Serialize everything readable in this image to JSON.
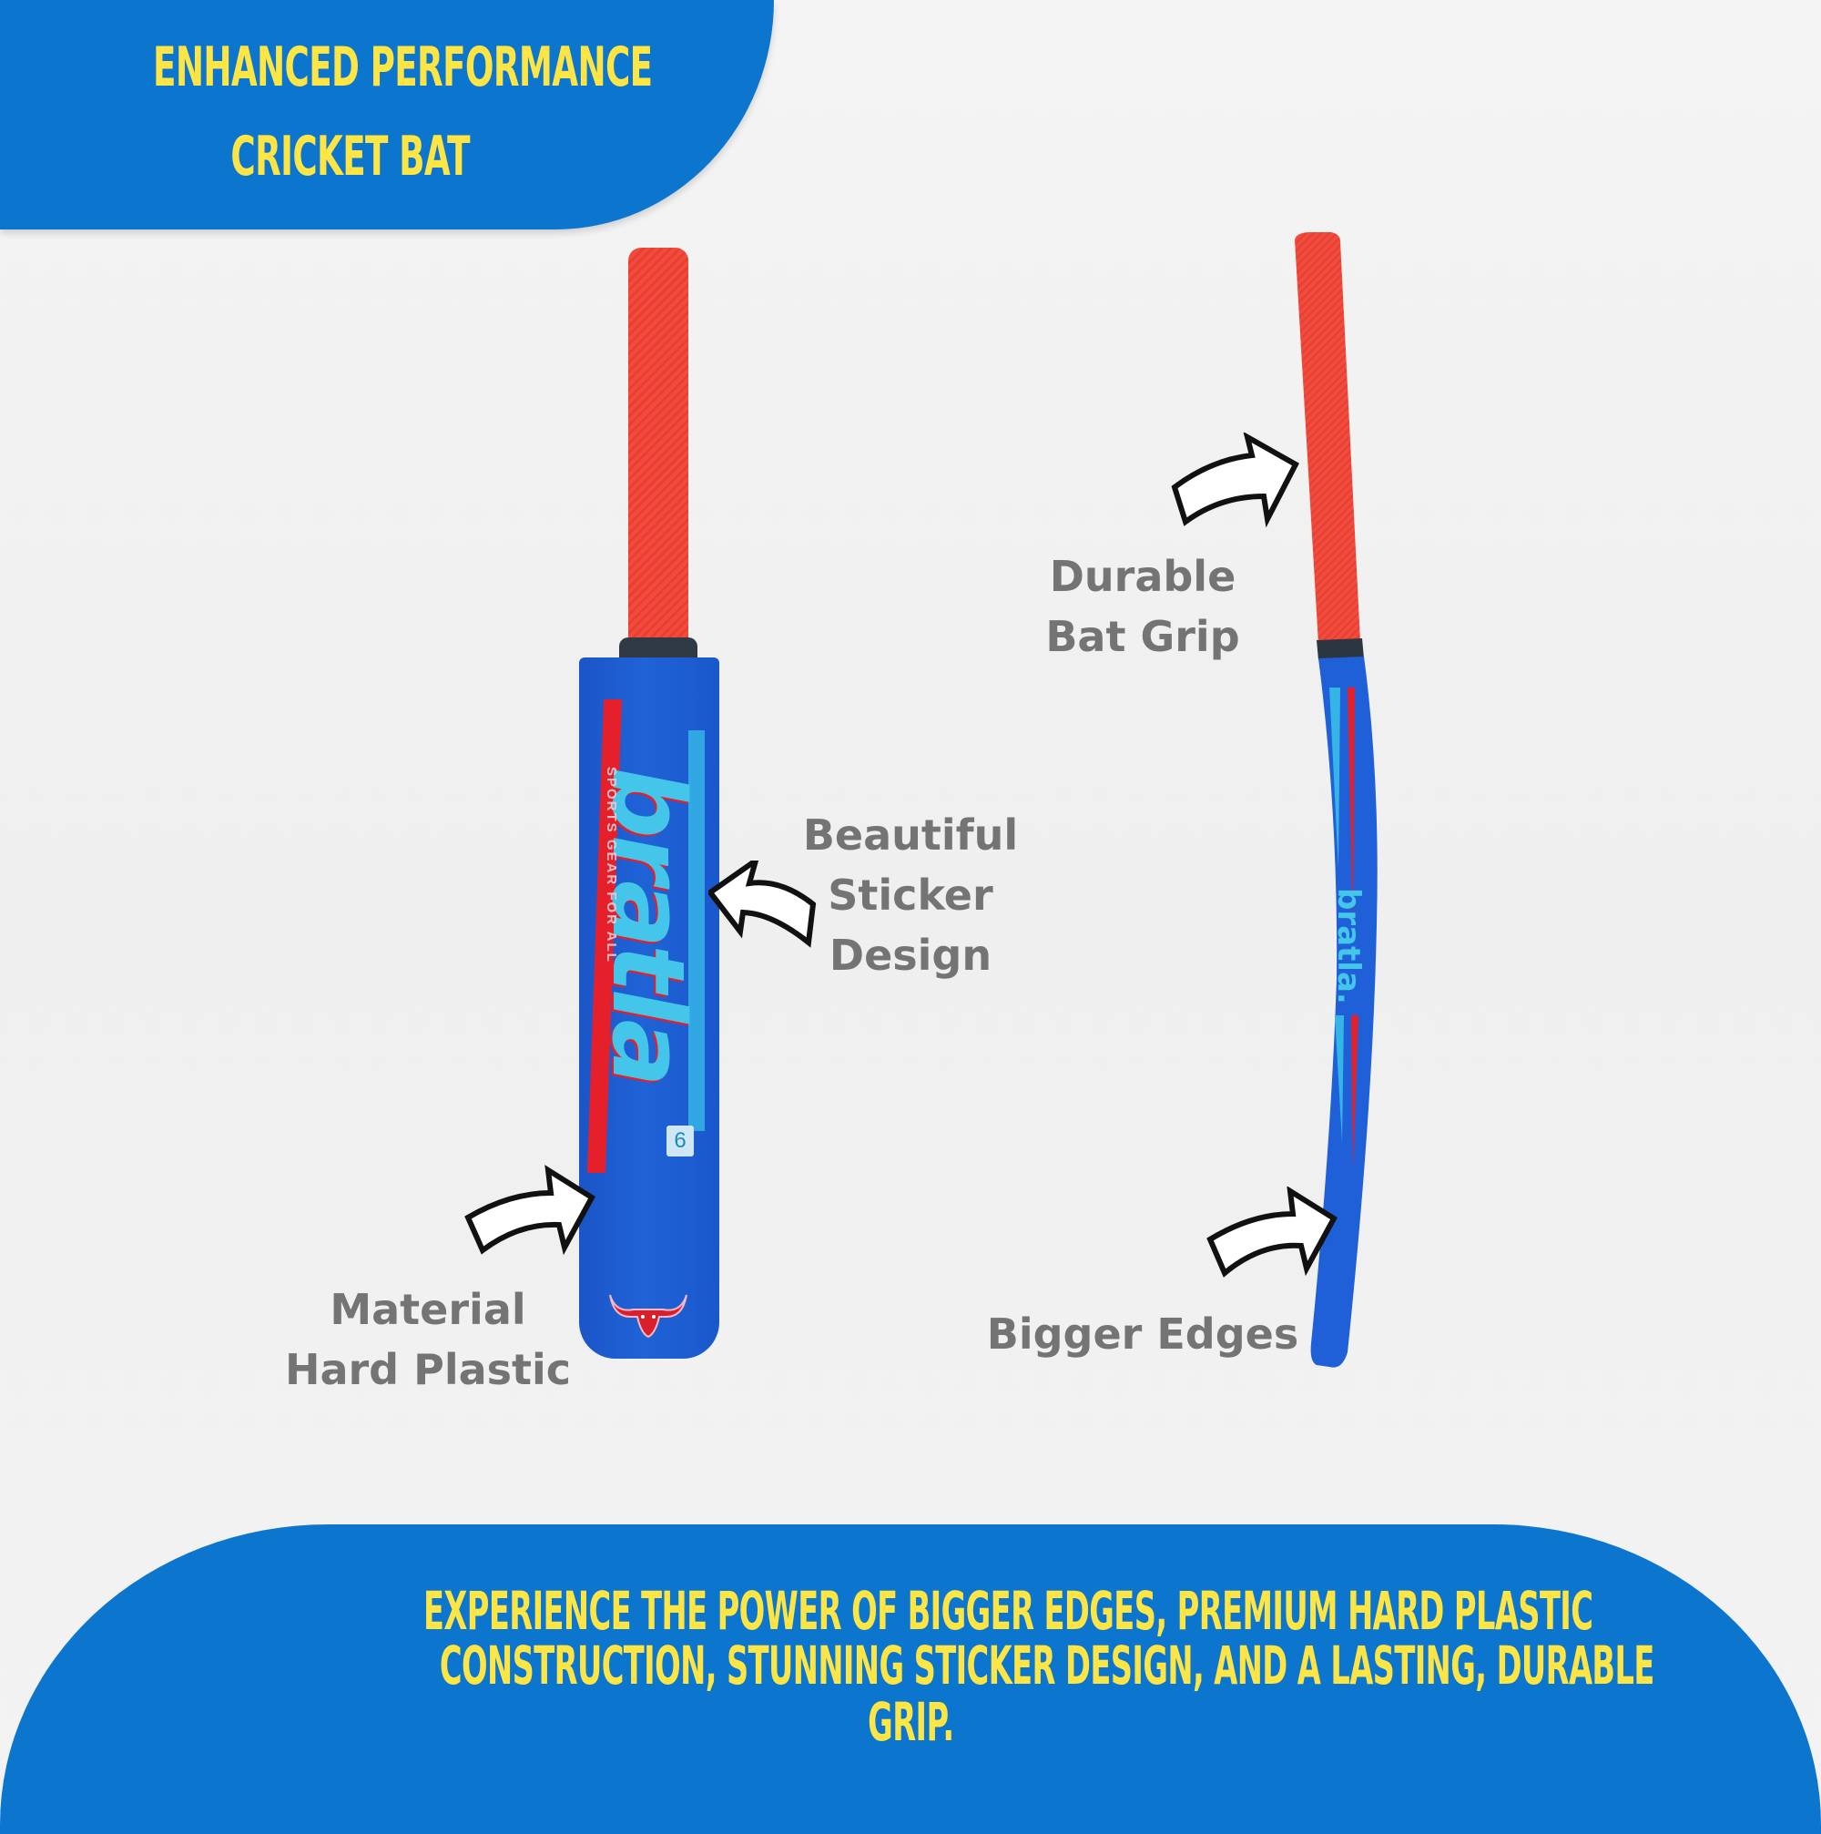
{
  "header": {
    "title_line1": "ENHANCED PERFORMANCE",
    "title_line2": "CRICKET BAT"
  },
  "product": {
    "brand": "bratla",
    "tagline": "SPORTS GEAR FOR ALL",
    "size_badge": "6",
    "colors": {
      "banner": "#0c76ce",
      "banner_text": "#fde545",
      "grip": "#f24a3e",
      "blade": "#1f63d6",
      "label_text": "#747474"
    }
  },
  "callouts": {
    "durable_grip": {
      "line1": "Durable",
      "line2": "Bat Grip"
    },
    "sticker_design": {
      "line1": "Beautiful",
      "line2": "Sticker",
      "line3": "Design"
    },
    "material": {
      "line1": "Material",
      "line2": "Hard Plastic"
    },
    "bigger_edges": {
      "line1": "Bigger Edges"
    }
  },
  "footer": {
    "line1": "EXPERIENCE THE POWER OF BIGGER EDGES, PREMIUM HARD PLASTIC",
    "line2": "CONSTRUCTION, STUNNING STICKER DESIGN, AND A LASTING, DURABLE",
    "line3": "GRIP."
  }
}
